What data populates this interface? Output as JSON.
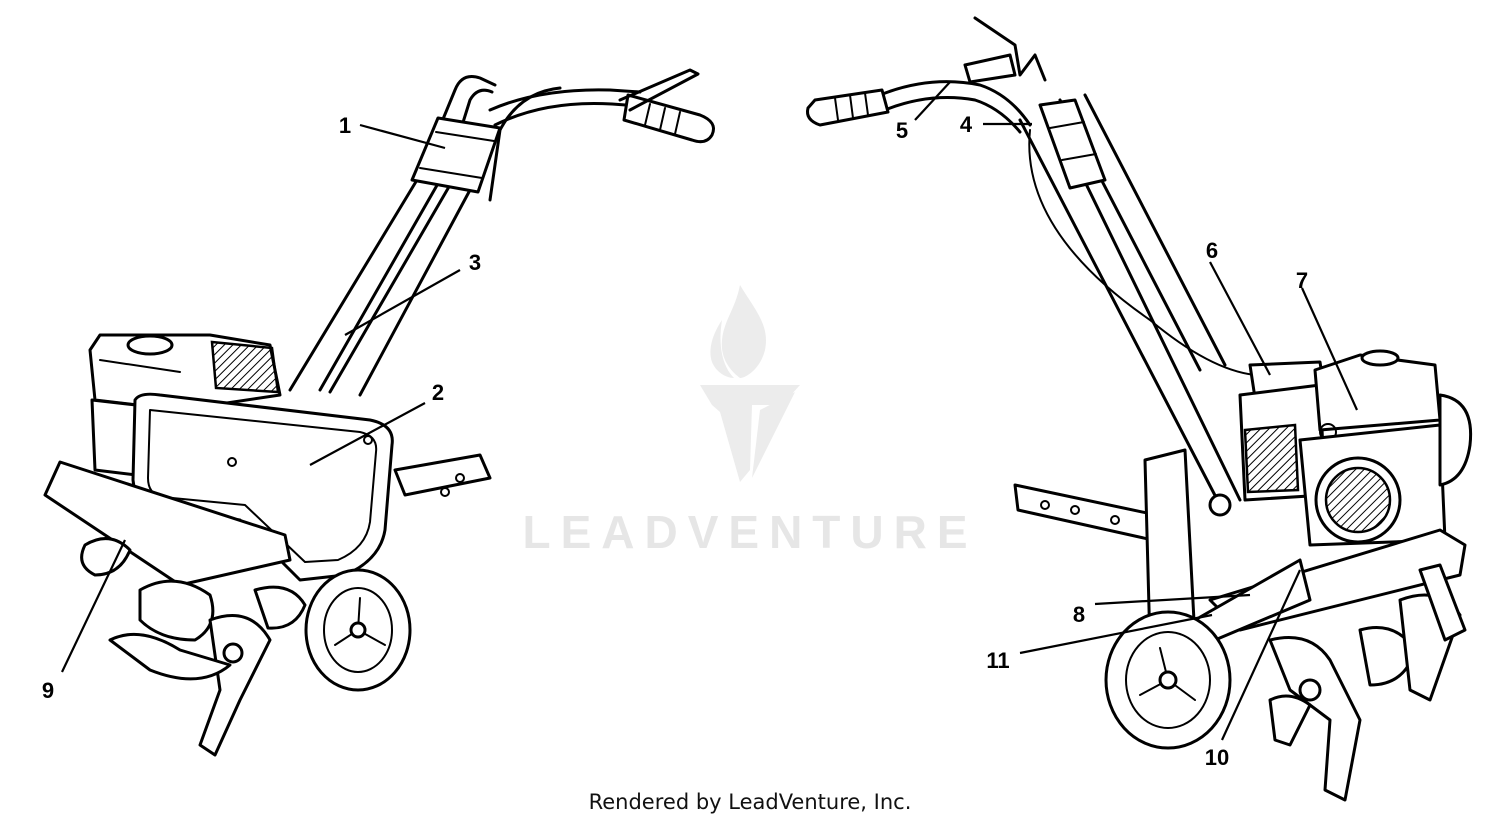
{
  "watermark": {
    "text": "LEADVENTURE",
    "color": "#e6e6e6"
  },
  "footer": {
    "credit": "Rendered by LeadVenture, Inc."
  },
  "callouts": {
    "c1": "1",
    "c2": "2",
    "c3": "3",
    "c4": "4",
    "c5": "5",
    "c6": "6",
    "c7": "7",
    "c8": "8",
    "c9": "9",
    "c10": "10",
    "c11": "11"
  }
}
